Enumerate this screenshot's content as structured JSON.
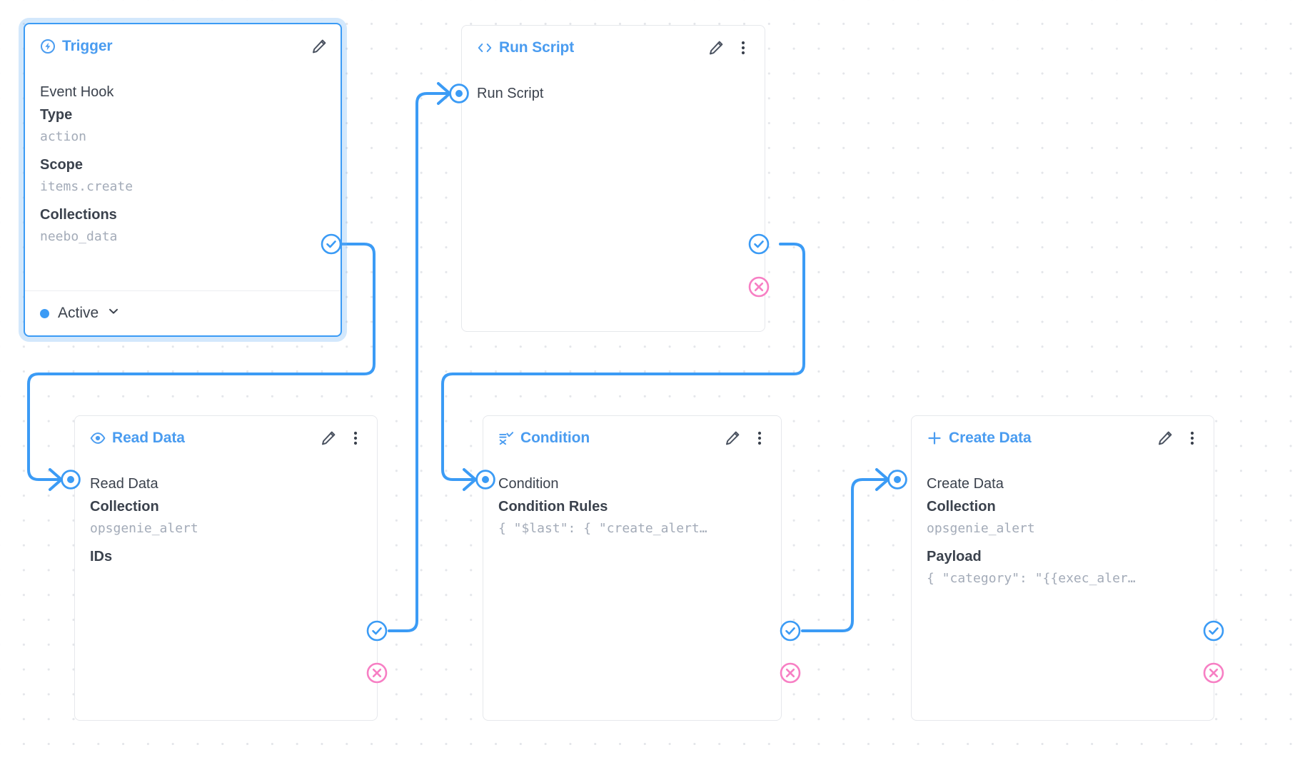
{
  "canvas": {
    "background": "#ffffff",
    "grid_dot_color": "#e4e6ea",
    "edge_color": "#3b9bf5",
    "accent": "#4a9cf0",
    "reject_color": "#f77fc4"
  },
  "nodes": [
    {
      "id": "trigger",
      "type_label": "Trigger",
      "type_icon": "lightning-circle-icon",
      "selected": true,
      "row_title": "Event Hook",
      "fields": [
        {
          "label": "Type",
          "value": "action"
        },
        {
          "label": "Scope",
          "value": "items.create"
        },
        {
          "label": "Collections",
          "value": "neebo_data"
        }
      ],
      "footer": {
        "status_label": "Active",
        "status_color": "#3b9bf5",
        "chevron": "chevron-down-icon"
      },
      "actions": [
        "edit-icon"
      ]
    },
    {
      "id": "run-script",
      "type_label": "Run Script",
      "type_icon": "code-brackets-icon",
      "selected": false,
      "row_title": "Run Script",
      "fields": [],
      "actions": [
        "edit-icon",
        "more-options-icon"
      ]
    },
    {
      "id": "read-data",
      "type_label": "Read Data",
      "type_icon": "eye-icon",
      "selected": false,
      "row_title": "Read Data",
      "fields": [
        {
          "label": "Collection",
          "value": "opsgenie_alert"
        },
        {
          "label": "IDs",
          "value": ""
        }
      ],
      "actions": [
        "edit-icon",
        "more-options-icon"
      ]
    },
    {
      "id": "condition",
      "type_label": "Condition",
      "type_icon": "condition-filter-icon",
      "selected": false,
      "row_title": "Condition",
      "fields": [
        {
          "label": "Condition Rules",
          "value": "{ \"$last\": { \"create_alert…"
        }
      ],
      "actions": [
        "edit-icon",
        "more-options-icon"
      ]
    },
    {
      "id": "create-data",
      "type_label": "Create Data",
      "type_icon": "plus-icon",
      "selected": false,
      "row_title": "Create Data",
      "fields": [
        {
          "label": "Collection",
          "value": "opsgenie_alert"
        },
        {
          "label": "Payload",
          "value": "{ \"category\": \"{{exec_aler…"
        }
      ],
      "actions": [
        "edit-icon",
        "more-options-icon"
      ]
    }
  ],
  "ports": {
    "input_name": "input-port",
    "resolve_name": "resolve-port",
    "reject_name": "reject-port"
  }
}
